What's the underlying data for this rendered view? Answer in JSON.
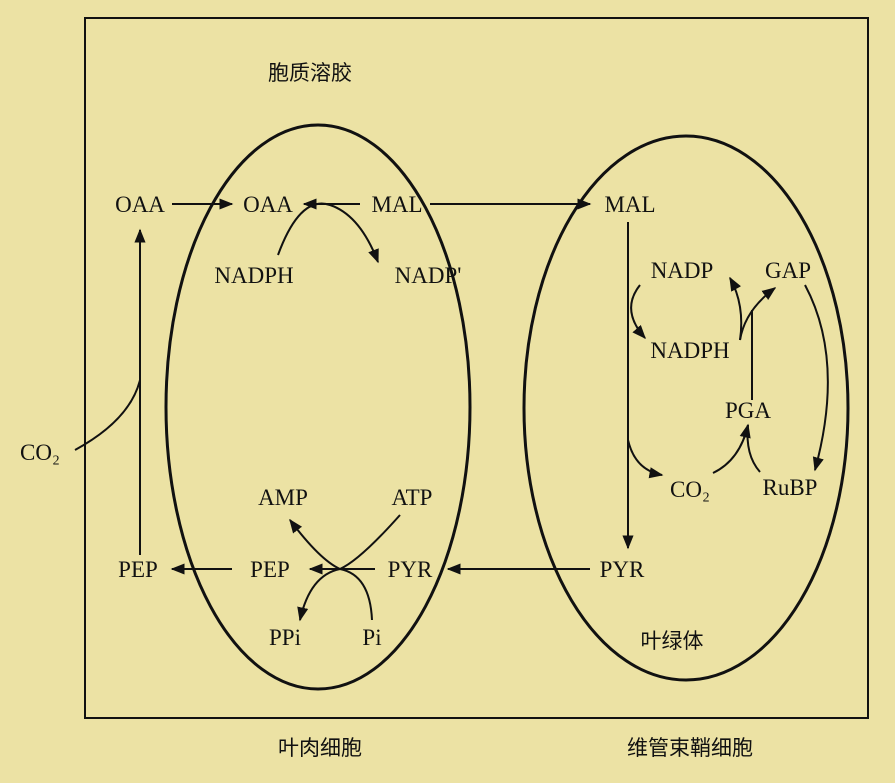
{
  "title": "胞质溶胶",
  "mesophyll": {
    "cell_label": "叶肉细胞",
    "oaa_outer": "OAA",
    "oaa_inner": "OAA",
    "mal": "MAL",
    "nadph": "NADPH",
    "nadp": "NADP'",
    "co2": "CO₂",
    "amp": "AMP",
    "atp": "ATP",
    "pep_outer": "PEP",
    "pep_inner": "PEP",
    "pyr": "PYR",
    "ppi": "PPi",
    "pi": "Pi"
  },
  "bundle_sheath": {
    "cell_label": "维管束鞘细胞",
    "chloroplast_label": "叶绿体",
    "mal": "MAL",
    "nadp": "NADP",
    "gap": "GAP",
    "nadph": "NADPH",
    "pga": "PGA",
    "co2": "CO₂",
    "rubp": "RuBP",
    "pyr": "PYR"
  }
}
